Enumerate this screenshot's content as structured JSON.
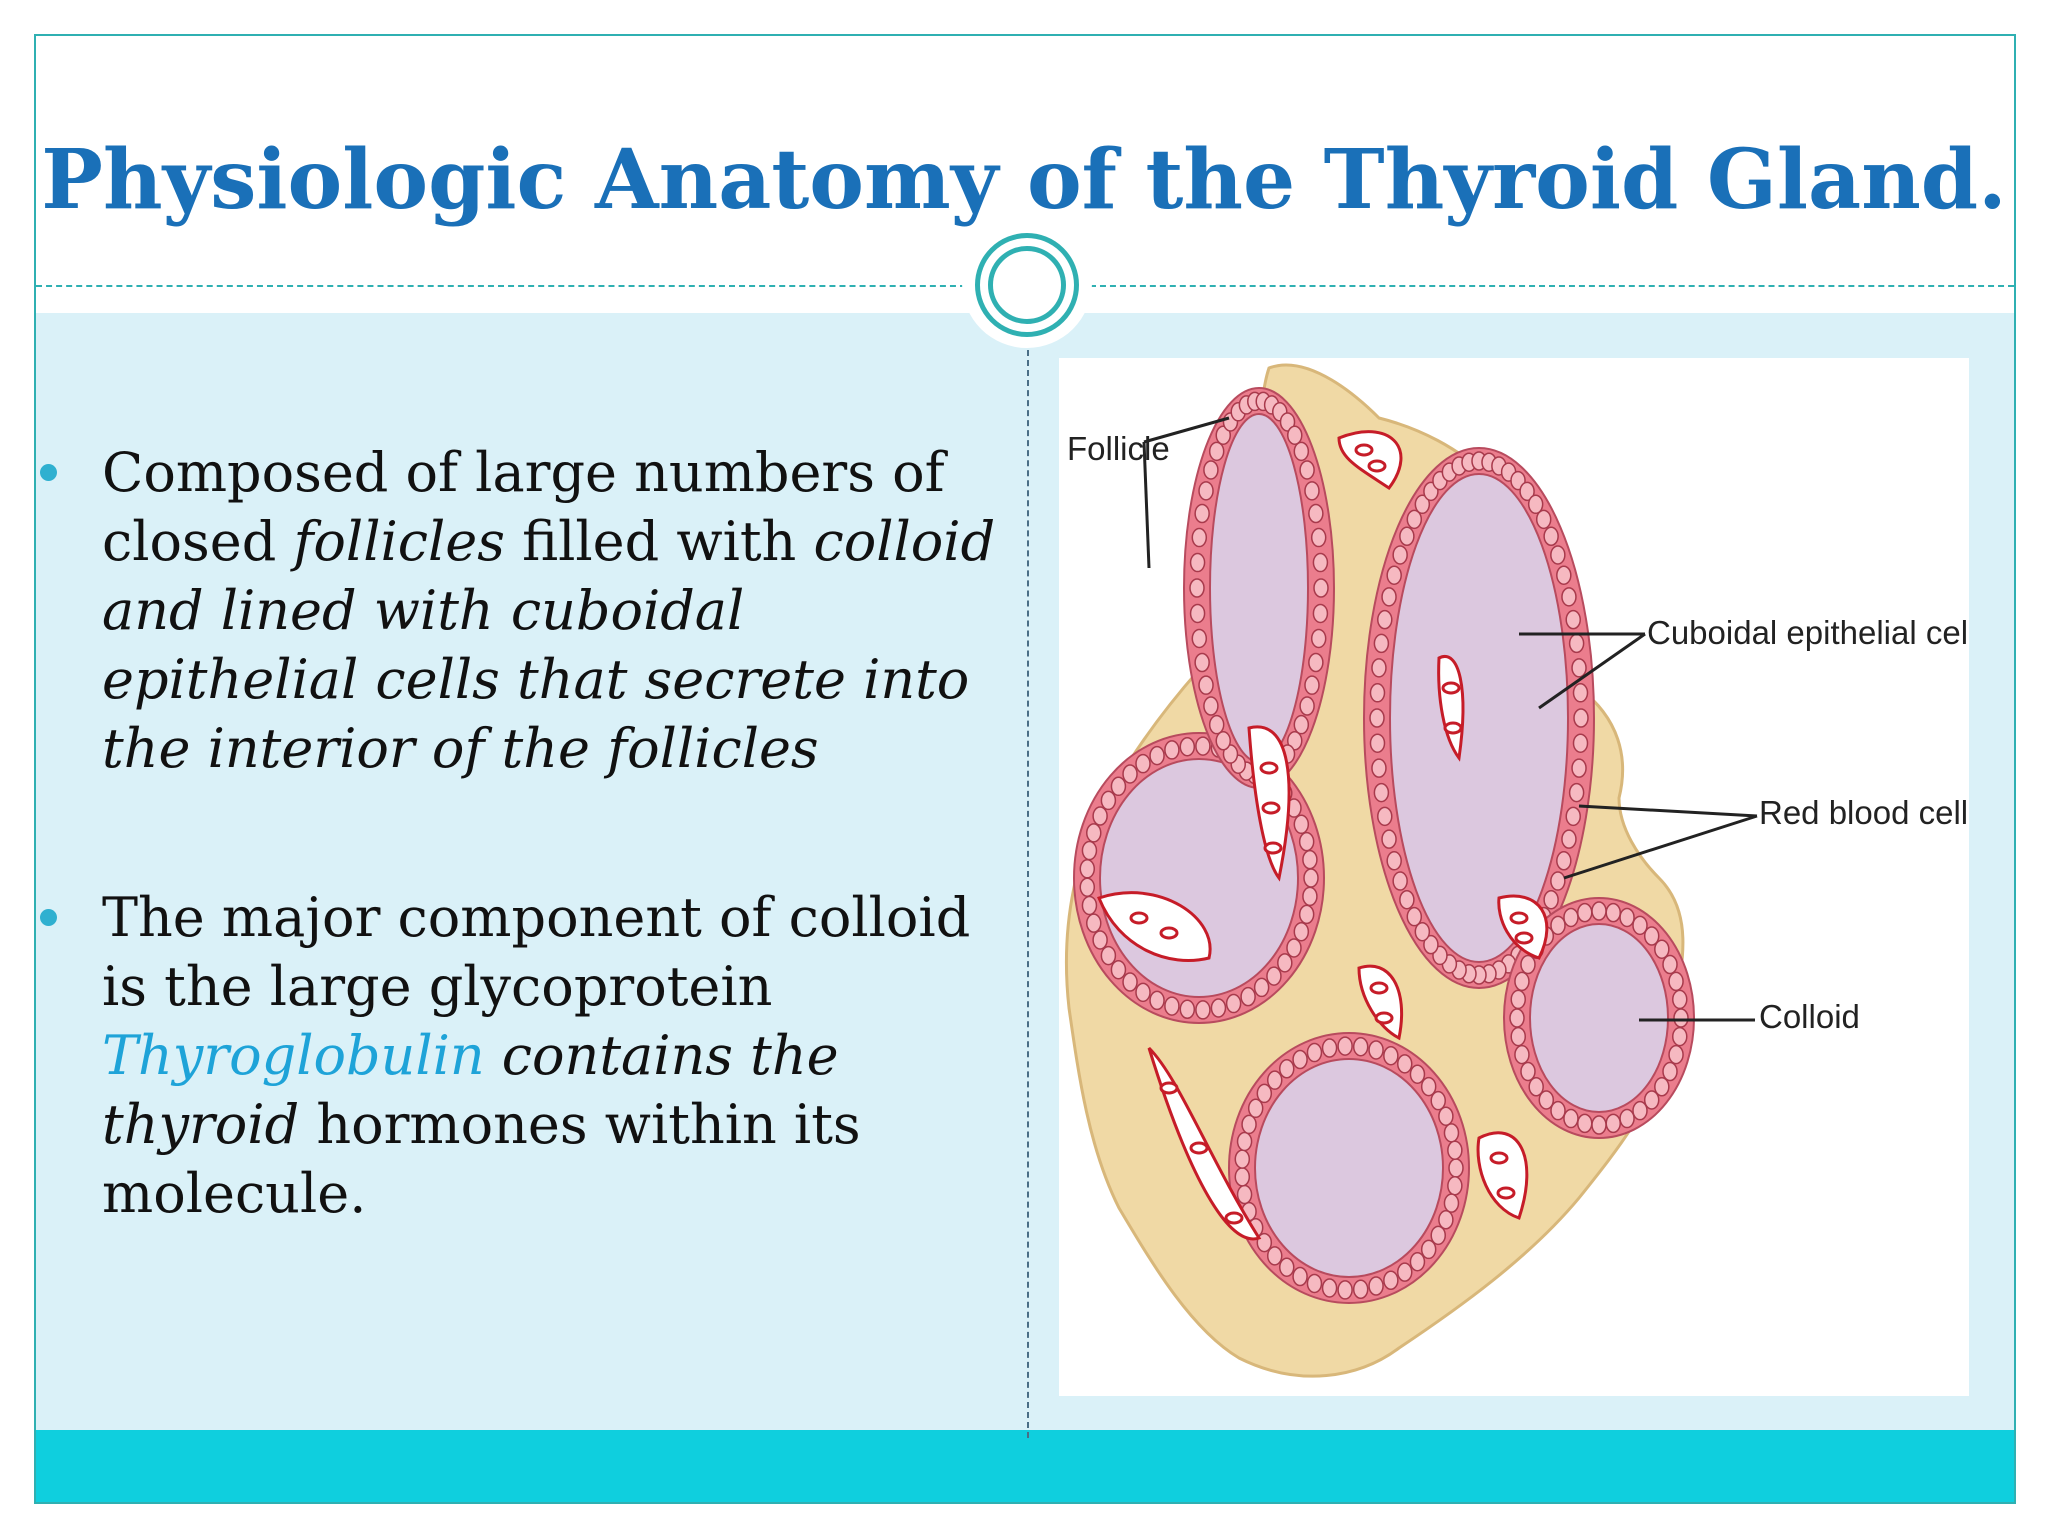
{
  "title": "Physiologic Anatomy of the Thyroid Gland.",
  "bullets": [
    {
      "segments": [
        {
          "text": "Composed of large numbers of closed ",
          "style": "normal"
        },
        {
          "text": "follicles",
          "style": "italic"
        },
        {
          "text": " filled with ",
          "style": "normal"
        },
        {
          "text": "colloid and lined with cuboidal epithelial cells that secrete into the interior of the follicles",
          "style": "italic"
        }
      ]
    },
    {
      "segments": [
        {
          "text": "The major component of colloid is the large glycoprotein ",
          "style": "normal"
        },
        {
          "text": "Thyroglobulin",
          "style": "highlight"
        },
        {
          "text": " contains the thyroid",
          "style": "italic"
        },
        {
          "text": " hormones within its molecule.",
          "style": "normal"
        }
      ]
    }
  ],
  "figure": {
    "labels": {
      "follicle": "Follicle",
      "cuboidal": "Cuboidal epithelial cells",
      "rbc": "Red blood cells",
      "colloid": "Colloid"
    }
  },
  "colors": {
    "title": "#1a70b8",
    "accent": "#2fb0b2",
    "content_bg": "#daf1f8",
    "footer_bar": "#0fcfde",
    "highlight": "#1ea3d8",
    "tissue": "#f0d9a5",
    "colloid": "#dcc8df",
    "cells": "#eb7d8d",
    "vessel_outline": "#c61c28"
  }
}
